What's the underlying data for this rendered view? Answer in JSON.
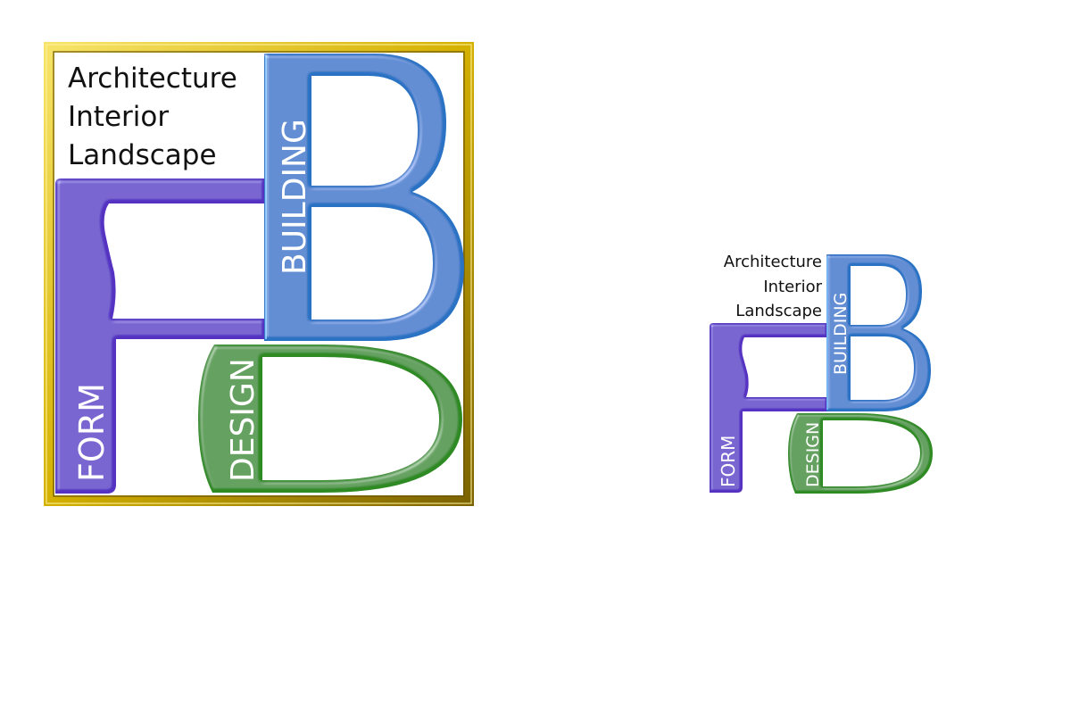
{
  "logos": {
    "large": {
      "tagline": [
        "Architecture",
        "Interior",
        "Landscape"
      ],
      "letters": {
        "f_label": "FORM",
        "b_label": "BUILDING",
        "d_label": "DESIGN"
      },
      "frame": true
    },
    "small": {
      "tagline": [
        "Architecture",
        "Interior",
        "Landscape"
      ],
      "letters": {
        "f_label": "FORM",
        "b_label": "BUILDING",
        "d_label": "DESIGN"
      },
      "frame": false
    }
  },
  "colors": {
    "frame_gold": "#d9b80c",
    "f_purple": "#5432c2",
    "b_blue": "#2a72c4",
    "d_green": "#2f8a24",
    "label_white": "#ffffff",
    "tagline_black": "#111111"
  }
}
